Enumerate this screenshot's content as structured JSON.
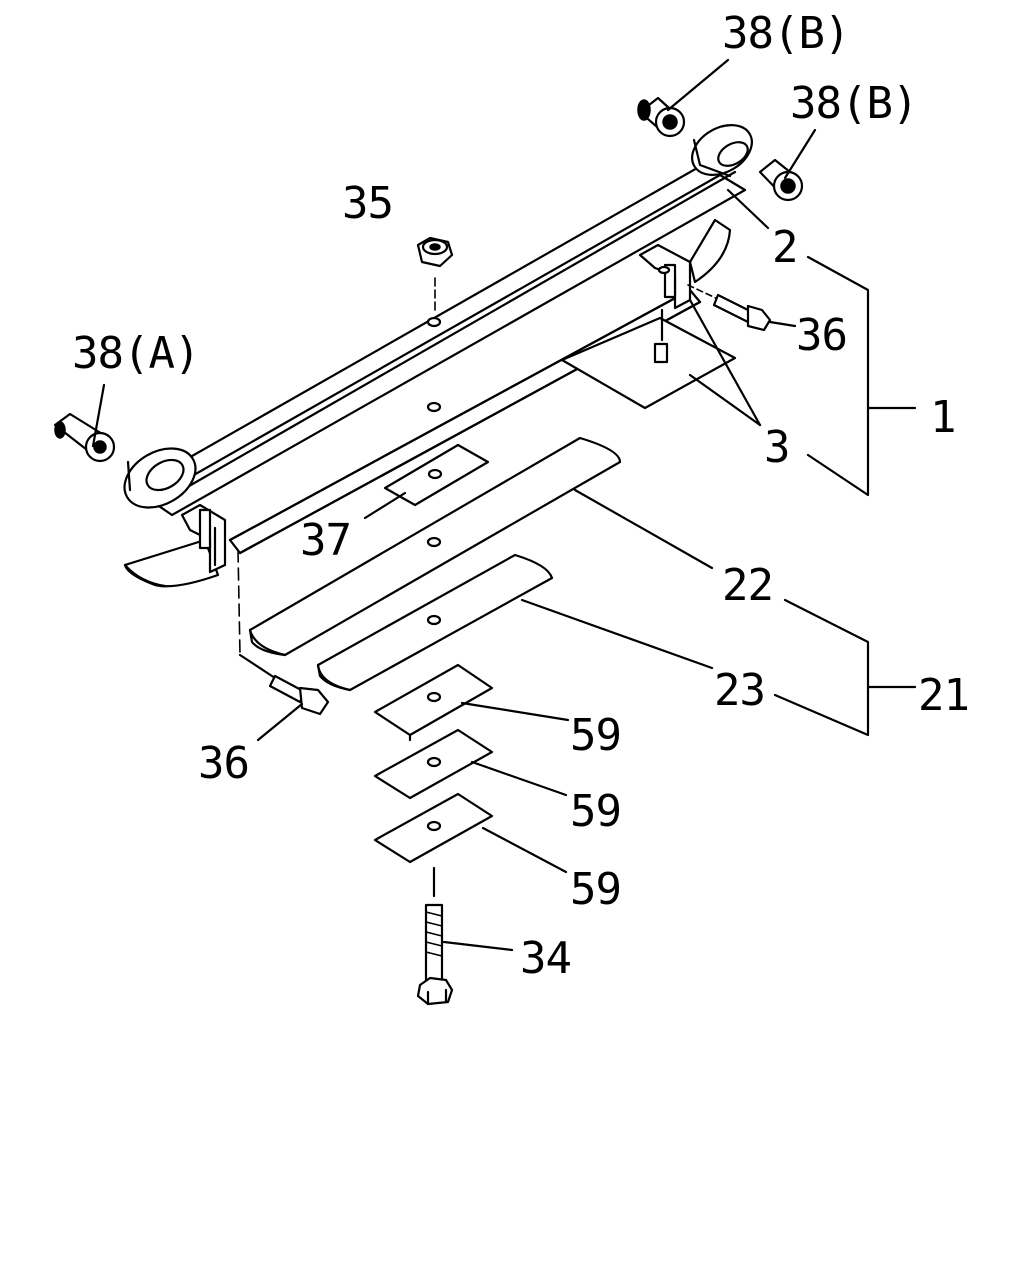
{
  "callouts": {
    "p38b_top": "38(B)",
    "p38b_right": "38(B)",
    "p35": "35",
    "p2": "2",
    "p38a": "38(A)",
    "p36_right": "36",
    "p1": "1",
    "p3": "3",
    "p37": "37",
    "p22": "22",
    "p21": "21",
    "p23": "23",
    "p36_left": "36",
    "p59_a": "59",
    "p59_b": "59",
    "p59_c": "59",
    "p34": "34"
  }
}
